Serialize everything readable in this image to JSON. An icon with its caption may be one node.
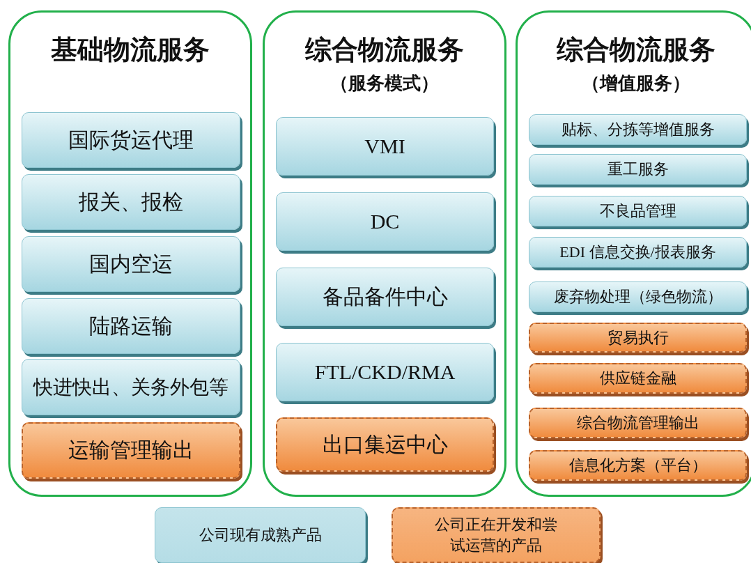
{
  "diagram": {
    "nodes": [
      {
        "text": [
          "基础物流服务"
        ]
      },
      {
        "text": [
          "国际货运代理"
        ],
        "in": 0
      },
      {
        "text": [
          "报关、报检"
        ],
        "in": 0
      },
      {
        "text": [
          "国内空运"
        ],
        "in": 0
      },
      {
        "text": [
          "陆路运输"
        ],
        "in": 0
      },
      {
        "text": [
          "快进快出、关务外包等"
        ],
        "in": 0
      },
      {
        "text": [
          "运输管理输出"
        ],
        "in": 0
      },
      {
        "text": [
          "综合物流服务",
          "（服务模式）"
        ]
      },
      {
        "text": [
          "VMI"
        ],
        "in": 7
      },
      {
        "text": [
          "DC"
        ],
        "in": 7
      },
      {
        "text": [
          "备品备件中心"
        ],
        "in": 7
      },
      {
        "text": [
          "FTL/CKD/RMA"
        ],
        "in": 7
      },
      {
        "text": [
          "出口集运中心"
        ],
        "in": 7
      },
      {
        "text": [
          "综合物流服务",
          "（增值服务）"
        ]
      },
      {
        "text": [
          "贴标、分拣等增值服务"
        ],
        "in": 13
      },
      {
        "text": [
          "重工服务"
        ],
        "in": 13
      },
      {
        "text": [
          "不良品管理"
        ],
        "in": 13
      },
      {
        "text": [
          "EDI 信息交换/报表服务"
        ],
        "in": 13
      },
      {
        "text": [
          "废弃物处理（绿色物流）"
        ],
        "in": 13
      },
      {
        "text": [
          "贸易执行"
        ],
        "in": 13
      },
      {
        "text": [
          "供应链金融"
        ],
        "in": 13
      },
      {
        "text": [
          "综合物流管理输出"
        ],
        "in": 13
      },
      {
        "text": [
          "信息化方案（平台）"
        ],
        "in": 13
      }
    ],
    "legend": [
      {
        "text": "公司现有成熟产品",
        "color": "#b5dde6"
      },
      {
        "text": "公司正在开发和尝试运营的产品",
        "color": "#f4a261"
      }
    ]
  }
}
